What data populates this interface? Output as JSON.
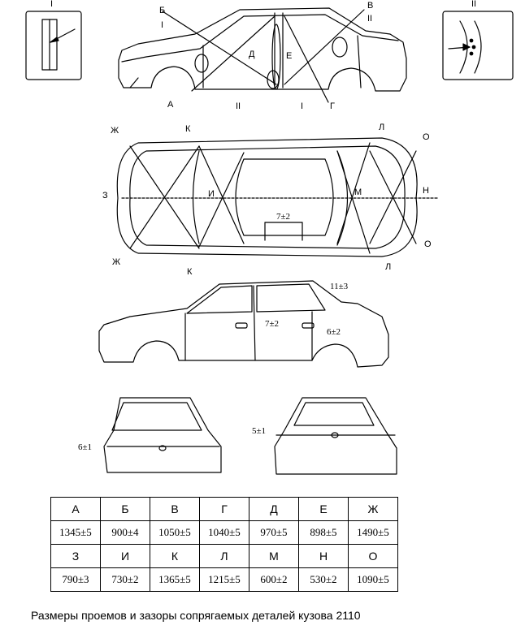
{
  "insets": {
    "left_label": "I",
    "right_label": "II"
  },
  "side_view": {
    "labels": {
      "b": "Б",
      "i_top": "I",
      "a": "А",
      "v": "В",
      "ii_top": "II",
      "d": "Д",
      "e": "Е",
      "ii_bottom": "II",
      "i_bottom": "I",
      "g": "Г"
    }
  },
  "top_view": {
    "labels": {
      "zh_top": "Ж",
      "k_top": "К",
      "l_top": "Л",
      "o_top": "О",
      "z": "З",
      "i": "И",
      "m": "М",
      "n": "Н",
      "zh_bottom": "Ж",
      "k_bottom": "К",
      "l_bottom": "Л",
      "o_bottom": "О",
      "gap_roof": "7±2"
    }
  },
  "gaps_view": {
    "labels": {
      "roof_gap": "11±3",
      "door_gap": "7±2",
      "fuel_gap": "6±2"
    }
  },
  "front_view": {
    "labels": {
      "hood_gap": "6±1"
    }
  },
  "rear_view": {
    "labels": {
      "trunk_gap": "5±1"
    }
  },
  "table": {
    "row1_headers": [
      "А",
      "Б",
      "В",
      "Г",
      "Д",
      "Е",
      "Ж"
    ],
    "row1_values": [
      "1345±5",
      "900±4",
      "1050±5",
      "1040±5",
      "970±5",
      "898±5",
      "1490±5"
    ],
    "row2_headers": [
      "З",
      "И",
      "К",
      "Л",
      "М",
      "Н",
      "О"
    ],
    "row2_values": [
      "790±3",
      "730±2",
      "1365±5",
      "1215±5",
      "600±2",
      "530±2",
      "1090±5"
    ]
  },
  "caption": "Размеры проемов и зазоры сопрягаемых деталей кузова 2110"
}
